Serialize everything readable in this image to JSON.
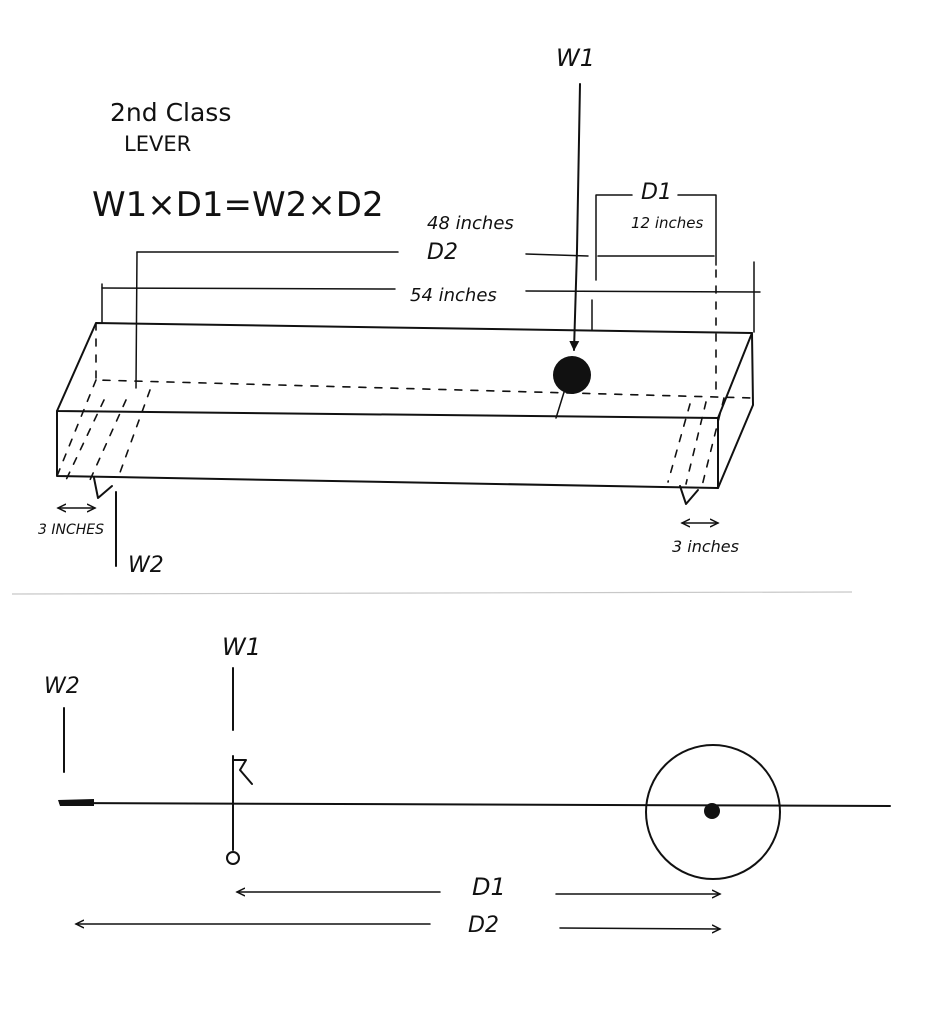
{
  "header": {
    "title_line1": "2nd Class",
    "title_line2": "LEVER",
    "formula": "W1×D1=W2×D2"
  },
  "top_diagram": {
    "w1_label": "W1",
    "w2_label": "W2",
    "d1_label": "D1",
    "d1_value": "12 inches",
    "d2_label": "D2",
    "d2_value": "48 inches",
    "total_length": "54 inches",
    "left_overhang": "3 INCHES",
    "right_overhang": "3 inches"
  },
  "bottom_diagram": {
    "w1_label": "W1",
    "w2_label": "W2",
    "d1_label": "D1",
    "d2_label": "D2"
  }
}
